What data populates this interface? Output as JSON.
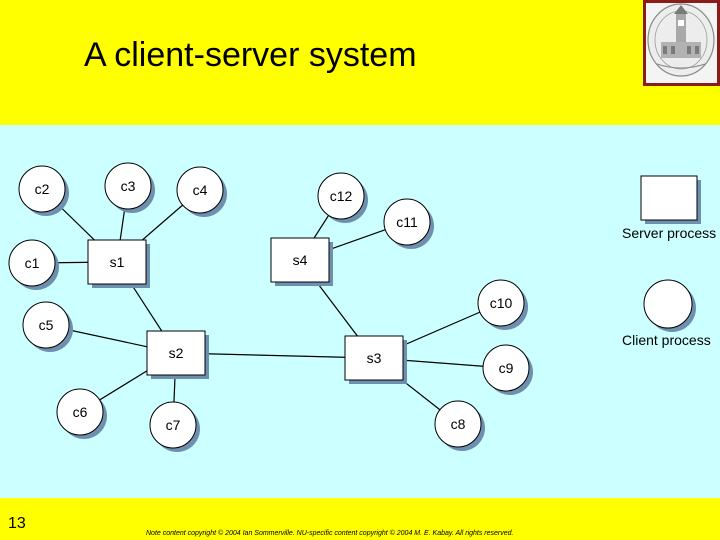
{
  "slide": {
    "title": "A client-server system",
    "slide_number": "13",
    "footer": "Note content copyright © 2004 Ian Sommerville. NU-specific content copyright © 2004 M. E. Kabay. All rights reserved."
  },
  "diagram": {
    "servers": [
      {
        "id": "s1",
        "label": "s1"
      },
      {
        "id": "s2",
        "label": "s2"
      },
      {
        "id": "s3",
        "label": "s3"
      },
      {
        "id": "s4",
        "label": "s4"
      }
    ],
    "clients": [
      {
        "id": "c1",
        "label": "c1"
      },
      {
        "id": "c2",
        "label": "c2"
      },
      {
        "id": "c3",
        "label": "c3"
      },
      {
        "id": "c4",
        "label": "c4"
      },
      {
        "id": "c5",
        "label": "c5"
      },
      {
        "id": "c6",
        "label": "c6"
      },
      {
        "id": "c7",
        "label": "c7"
      },
      {
        "id": "c8",
        "label": "c8"
      },
      {
        "id": "c9",
        "label": "c9"
      },
      {
        "id": "c10",
        "label": "c10"
      },
      {
        "id": "c11",
        "label": "c11"
      },
      {
        "id": "c12",
        "label": "c12"
      }
    ],
    "connections": [
      [
        "c1",
        "s1"
      ],
      [
        "c2",
        "s1"
      ],
      [
        "c3",
        "s1"
      ],
      [
        "c4",
        "s1"
      ],
      [
        "s1",
        "s2"
      ],
      [
        "c5",
        "s2"
      ],
      [
        "c6",
        "s2"
      ],
      [
        "c7",
        "s2"
      ],
      [
        "s2",
        "s3"
      ],
      [
        "s4",
        "s3"
      ],
      [
        "c12",
        "s4"
      ],
      [
        "c11",
        "s4"
      ],
      [
        "c10",
        "s3"
      ],
      [
        "c9",
        "s3"
      ],
      [
        "c8",
        "s3"
      ]
    ],
    "legend": {
      "server_label": "Server process",
      "client_label": "Client process"
    }
  },
  "colors": {
    "header_background": "#ffff00",
    "diagram_background": "#ccffff",
    "node_fill": "#ffffff",
    "node_shadow": "#6f8faf"
  }
}
